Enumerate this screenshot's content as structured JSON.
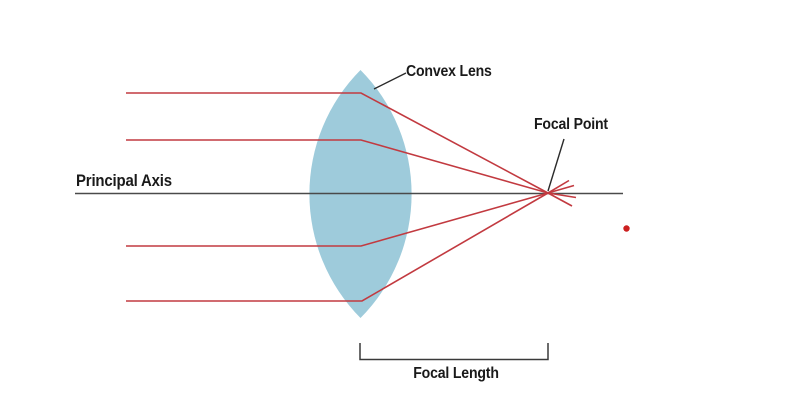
{
  "diagram": {
    "labels": {
      "convex_lens": "Convex Lens",
      "focal_point": "Focal Point",
      "principal_axis": "Principal Axis",
      "focal_length": "Focal Length"
    },
    "colors": {
      "background": "#ffffff",
      "lens_fill": "#9ecbdb",
      "ray": "#c23a40",
      "axis": "#4a4a4a",
      "pointer": "#2b2b2b",
      "bracket": "#3a3a3a",
      "focal_dot": "#cc2020",
      "label_text": "#1a1a1a"
    },
    "elements": {
      "lens": "biconvex lens shape centered on principal axis",
      "rays": "four parallel red rays entering from the left, refracting at the lens plane and converging through the focal point",
      "focal_dot_marker": "small red point to the right of the focal point on the axis level below"
    }
  }
}
